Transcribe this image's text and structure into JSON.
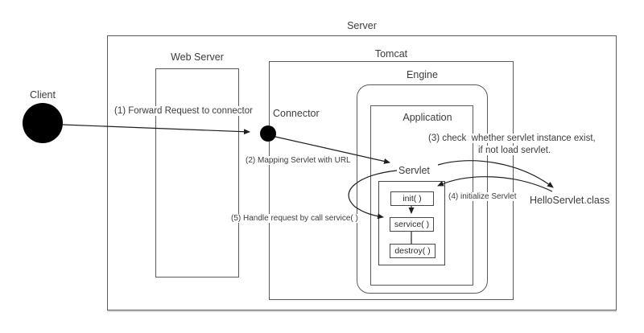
{
  "diagram": {
    "title_label": "Server",
    "client_label": "Client",
    "connector_label": "Connector",
    "web_server_label": "Web Server",
    "tomcat_label": "Tomcat",
    "engine_label": "Engine",
    "application_label": "Application",
    "servlet_label": "Servlet",
    "hello_class_label": "HelloServlet.class",
    "lifecycle": {
      "init": "init( )",
      "service": "service( )",
      "destroy": "destroy( )"
    },
    "steps": {
      "s1": "(1) Forward Request to connector",
      "s2": "(2) Mapping Servlet with URL",
      "s3a": "(3) check  whether servlet instance exist,",
      "s3b": "if not load servlet.",
      "s4": "(4) initialize Servlet",
      "s5": "(5) Handle request by call service( )"
    },
    "colors": {
      "line": "#1f1f1f",
      "box_border": "#5b5b5b",
      "text": "#3c3c3c",
      "node_fill": "#000000",
      "background": "#ffffff"
    }
  }
}
